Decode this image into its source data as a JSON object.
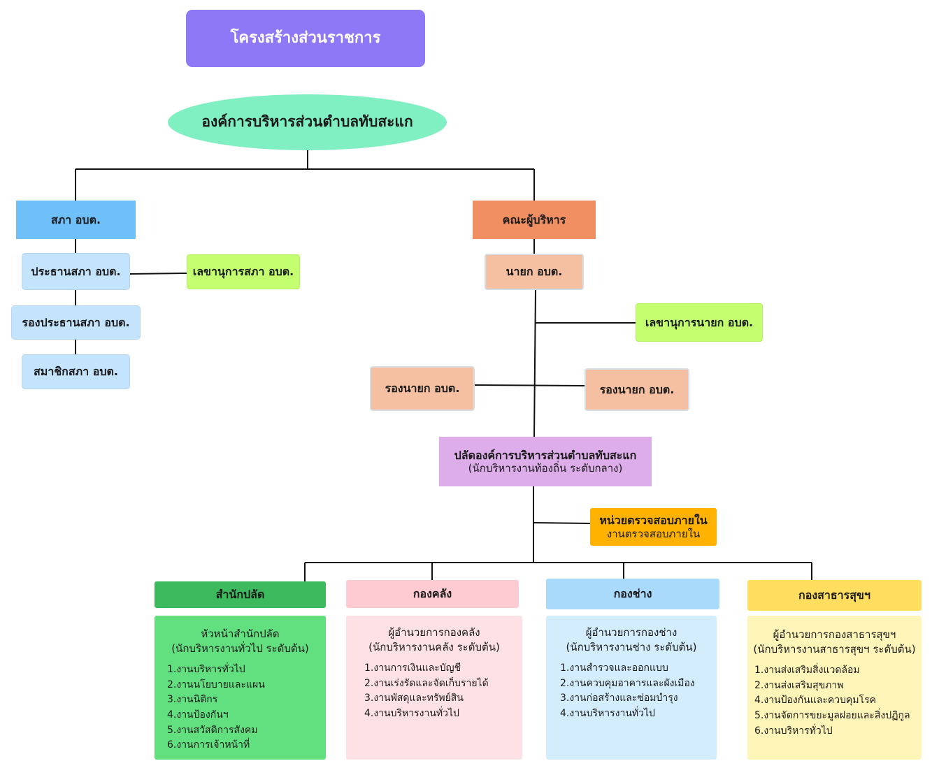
{
  "title": "โครงสร้างส่วนราชการ",
  "org": "องค์การบริหารส่วนตำบลทับสะแก",
  "council": {
    "header": "สภา อบต.",
    "chair": "ประธานสภา อบต.",
    "vice_chair": "รองประธานสภา อบต.",
    "members": "สมาชิกสภา อบต.",
    "secretary": "เลขานุการสภา อบต."
  },
  "executive": {
    "header": "คณะผู้บริหาร",
    "mayor": "นายก อบต.",
    "secretary": "เลขานุการนายก อบต.",
    "deputy_left": "รองนายก อบต.",
    "deputy_right": "รองนายก อบต."
  },
  "clerk": {
    "title": "ปลัดองค์การบริหารส่วนตำบลทับสะแก",
    "subtitle": "(นักบริหารงานท้องถิ่น ระดับกลาง)"
  },
  "audit": {
    "title": "หน่วยตรวจสอบภายใน",
    "subtitle": "งานตรวจสอบภายใน"
  },
  "departments": [
    {
      "name": "สำนักปลัด",
      "head": "หัวหน้าสำนักปลัด",
      "head_sub": "(นักบริหารงานทั่วไป ระดับต้น)",
      "items": [
        "1.งานบริหารทั่วไป",
        "2.งานนโยบายและแผน",
        "3.งานนิติกร",
        "4.งานป้องกันฯ",
        "5.งานสวัสดิการสังคม",
        "6.งานการเจ้าหน้าที่"
      ],
      "header_color": "#3cba5d",
      "body_color": "#62e07f"
    },
    {
      "name": "กองคลัง",
      "head": "ผู้อำนวยการกองคลัง",
      "head_sub": "(นักบริหารงานคลัง ระดับต้น)",
      "items": [
        "1.งานการเงินและบัญชี",
        "2.งานเร่งรัดและจัดเก็บรายได้",
        "3.งานพัสดุและทรัพย์สิน",
        "4.งานบริหารงานทั่วไป"
      ],
      "header_color": "#fdcbd1",
      "body_color": "#fde1e4"
    },
    {
      "name": "กองช่าง",
      "head": "ผู้อำนวยการกองช่าง",
      "head_sub": "(นักบริหารงานช่าง ระดับต้น)",
      "items": [
        "1.งานสำรวจและออกแบบ",
        "2.งานควบคุมอาคารและผังเมือง",
        "3.งานก่อสร้างและซ่อมบำรุง",
        "4.งานบริหารงานทั่วไป"
      ],
      "header_color": "#a9dafc",
      "body_color": "#d3edfc"
    },
    {
      "name": "กองสาธารสุขฯ",
      "head": "ผู้อำนวยการกองสาธารสุขฯ",
      "head_sub": "(นักบริหารงานสาธารสุขฯ ระดับต้น)",
      "items": [
        "1.งานส่งเสริมสิ่งแวดล้อม",
        "2.งานส่งเสริมสุขภาพ",
        "4.งานป้องกันและควบคุมโรค",
        "5.งานจัดการขยะมูลฝอยและสิ่งปฏิกูล",
        "6.งานบริหารทั่วไป"
      ],
      "header_color": "#ffde5f",
      "body_color": "#fff5b8"
    }
  ]
}
